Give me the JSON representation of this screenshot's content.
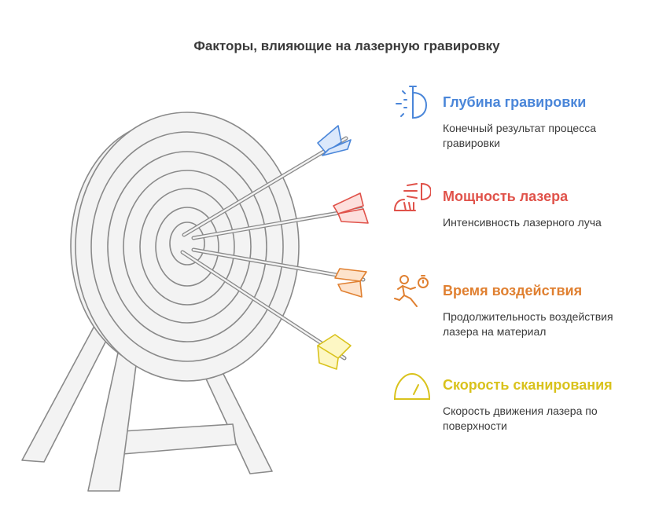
{
  "title": "Факторы, влияющие на лазерную гравировку",
  "factors": [
    {
      "heading": "Глубина гравировки",
      "description": "Конечный результат процесса гравировки",
      "color": "#4a86d9",
      "icon": "depth-icon"
    },
    {
      "heading": "Мощность лазера",
      "description": "Интенсивность лазерного луча",
      "color": "#e0524a",
      "icon": "power-icon"
    },
    {
      "heading": "Время воздействия",
      "description": "Продолжительность воздействия лазера на материал",
      "color": "#e08031",
      "icon": "time-icon"
    },
    {
      "heading": "Скорость сканирования",
      "description": "Скорость движения лазера по поверхности",
      "color": "#d9c21c",
      "icon": "speed-icon"
    }
  ],
  "colors": {
    "stroke": "#8a8a8a",
    "target_fill": "#f3f3f3",
    "arrow_blue": "#dbe8fb",
    "arrow_red": "#fde0dd",
    "arrow_orange": "#fde3cc",
    "arrow_yellow": "#fdf7c4"
  }
}
